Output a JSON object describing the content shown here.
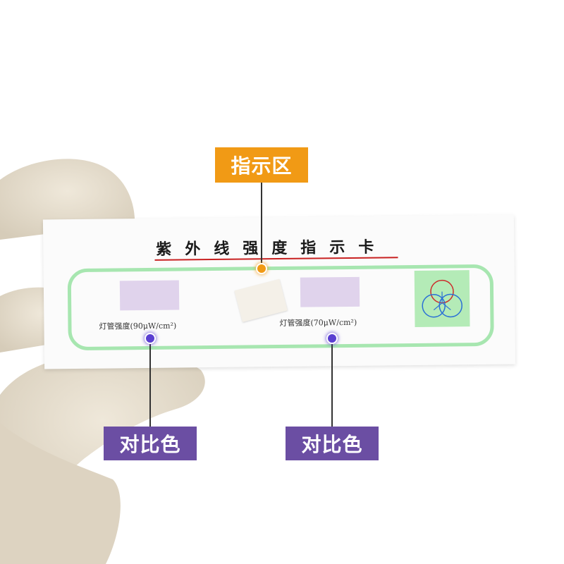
{
  "card": {
    "title": "紫外线强度指示卡",
    "left_label": "灯管强度(90μW/cm²)",
    "right_label": "灯管强度(70μW/cm²)"
  },
  "callouts": {
    "indicator_zone": "指示区",
    "compare_left": "对比色",
    "compare_right": "对比色"
  },
  "colors": {
    "callout_orange": "#f19a15",
    "callout_purple": "#6b4ea3",
    "frame_green": "#a7e6b0",
    "title_rule_red": "#c82121",
    "swatch_lilac": "#e0d3ec"
  }
}
